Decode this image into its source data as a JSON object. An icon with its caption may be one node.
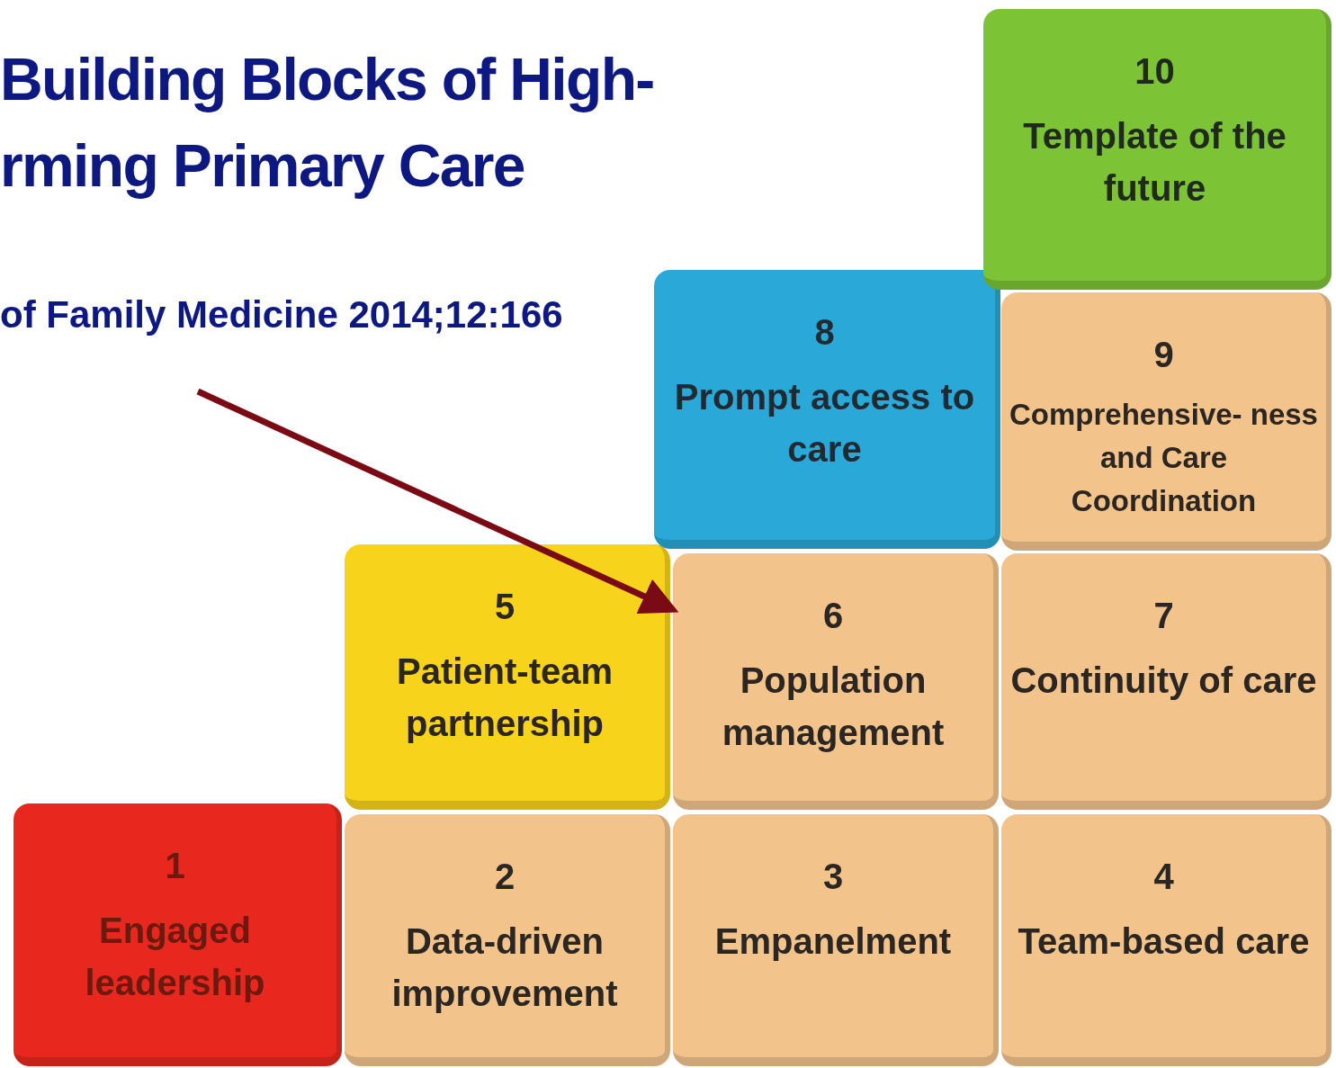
{
  "diagram": {
    "title": "Building Blocks of High- rming Primary Care",
    "nodes": [
      {
        "text": [
          "1",
          "Engaged leadership"
        ]
      },
      {
        "text": [
          "2",
          "Data-driven improvement"
        ]
      },
      {
        "text": [
          "3",
          "Empanelment"
        ]
      },
      {
        "text": [
          "4",
          "Team-based care"
        ]
      },
      {
        "text": [
          "5",
          "Patient-team partnership"
        ]
      },
      {
        "text": [
          "6",
          "Population management"
        ]
      },
      {
        "text": [
          "7",
          "Continuity of care"
        ]
      },
      {
        "text": [
          "8",
          "Prompt access to care"
        ]
      },
      {
        "text": [
          "9",
          "Comprehensive- ness and Care Coordination"
        ]
      },
      {
        "text": [
          "10",
          "Template of the future"
        ]
      }
    ],
    "edges": [
      {
        "from": null,
        "to": 5,
        "arrow": "to",
        "color": "#7a0a14"
      }
    ],
    "labels": [
      "of Family Medicine 2014;12:166"
    ]
  }
}
